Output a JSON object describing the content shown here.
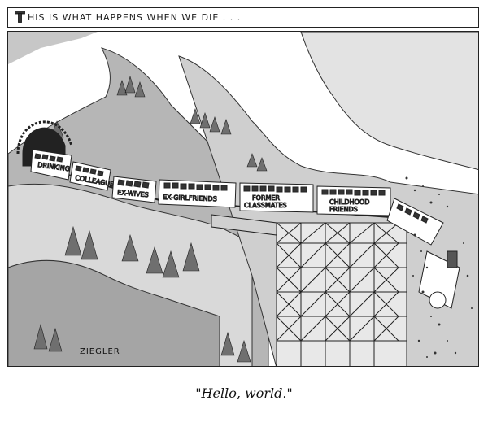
{
  "header": {
    "title": "HIS IS WHAT HAPPENS WHEN WE DIE . . ."
  },
  "train": {
    "cars": [
      {
        "label": "DRINKING BUDDIES"
      },
      {
        "label": "COLLEAGUES"
      },
      {
        "label": "EX-WIVES"
      },
      {
        "label": "EX-GIRLFRIENDS"
      },
      {
        "label_line1": "FORMER",
        "label_line2": "CLASSMATES"
      },
      {
        "label_line1": "CHILDHOOD",
        "label_line2": "FRIENDS"
      }
    ]
  },
  "signature": "ZIEGLER",
  "caption": "\"Hello, world.\"",
  "colors": {
    "ink": "#1a1a1a",
    "mountain_gray": "#a8a8a8",
    "tree_gray": "#7a7a7a",
    "paper": "#ffffff"
  }
}
